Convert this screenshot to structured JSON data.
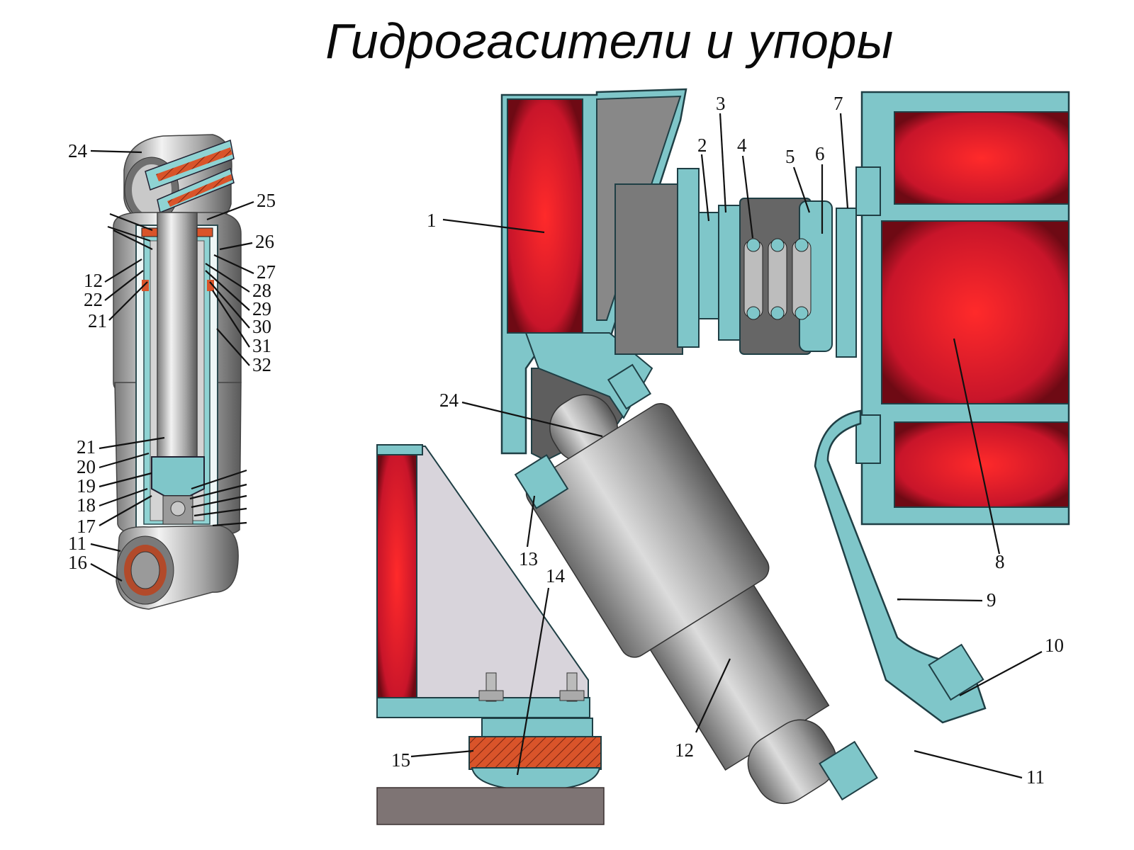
{
  "title": "Гидрогасители и упоры",
  "colors": {
    "frame_blue": "#7fc6c9",
    "frame_outline": "#1f3f45",
    "red_web": "#c8152a",
    "steel": "#b9b9b9",
    "rubber_orange": "#d9542a"
  },
  "left_view": {
    "callouts_left": [
      "24",
      "12",
      "22",
      "21",
      "21",
      "20",
      "19",
      "18",
      "17",
      "11",
      "16"
    ],
    "callouts_right": [
      "25",
      "26",
      "27",
      "28",
      "29",
      "30",
      "31",
      "32"
    ]
  },
  "right_view": {
    "callouts": [
      "1",
      "2",
      "3",
      "4",
      "5",
      "6",
      "7",
      "8",
      "9",
      "10",
      "11",
      "12",
      "13",
      "14",
      "15",
      "24"
    ]
  }
}
